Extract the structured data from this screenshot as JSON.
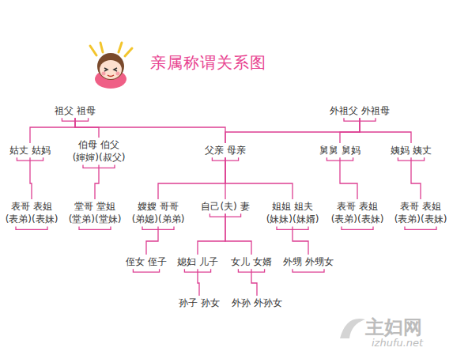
{
  "diagram": {
    "title": "亲属称谓关系图",
    "nodes": [
      {
        "text": [
          "祖父 祖母"
        ]
      },
      {
        "text": [
          "外祖父 外祖母"
        ]
      },
      {
        "text": [
          "姑丈 姑妈"
        ]
      },
      {
        "text": [
          "伯母 伯父 (婶婶)(叔父)"
        ]
      },
      {
        "text": [
          "父亲 母亲"
        ]
      },
      {
        "text": [
          "舅舅 舅妈"
        ]
      },
      {
        "text": [
          "姨妈 姨丈"
        ]
      },
      {
        "text": [
          "表哥 表姐 (表弟)(表妹)"
        ]
      },
      {
        "text": [
          "堂哥 堂姐 (堂弟)(堂妹)"
        ]
      },
      {
        "text": [
          "嫂嫂 哥哥 (弟媳)(弟弟)"
        ]
      },
      {
        "text": [
          "自己(夫) 妻"
        ]
      },
      {
        "text": [
          "姐姐 姐夫 (妹妹)(妹婿)"
        ]
      },
      {
        "text": [
          "表哥 表姐 (表弟)(表妹)"
        ]
      },
      {
        "text": [
          "表哥 表姐 (表弟)(表妹)"
        ]
      },
      {
        "text": [
          "侄女 侄子"
        ]
      },
      {
        "text": [
          "媳妇 儿子"
        ]
      },
      {
        "text": [
          "女儿 女婿"
        ]
      },
      {
        "text": [
          "外甥 外甥女"
        ]
      },
      {
        "text": [
          "孙子 孙女"
        ]
      },
      {
        "text": [
          "外孙 外孙女"
        ]
      }
    ],
    "edges": [
      {
        "from": 0,
        "to": 2,
        "arrow": "none"
      },
      {
        "from": 0,
        "to": 3,
        "arrow": "none"
      },
      {
        "from": 0,
        "to": 4,
        "arrow": "none"
      },
      {
        "from": 1,
        "to": 4,
        "arrow": "none"
      },
      {
        "from": 1,
        "to": 5,
        "arrow": "none"
      },
      {
        "from": 1,
        "to": 6,
        "arrow": "none"
      },
      {
        "from": 2,
        "to": 7,
        "arrow": "none"
      },
      {
        "from": 3,
        "to": 8,
        "arrow": "none"
      },
      {
        "from": 4,
        "to": 9,
        "arrow": "none"
      },
      {
        "from": 4,
        "to": 10,
        "arrow": "none"
      },
      {
        "from": 4,
        "to": 11,
        "arrow": "none"
      },
      {
        "from": 5,
        "to": 12,
        "arrow": "none"
      },
      {
        "from": 6,
        "to": 13,
        "arrow": "none"
      },
      {
        "from": 9,
        "to": 14,
        "arrow": "none"
      },
      {
        "from": 10,
        "to": 15,
        "arrow": "none"
      },
      {
        "from": 10,
        "to": 16,
        "arrow": "none"
      },
      {
        "from": 11,
        "to": 17,
        "arrow": "none"
      },
      {
        "from": 15,
        "to": 18,
        "arrow": "none"
      },
      {
        "from": 16,
        "to": 19,
        "arrow": "none"
      }
    ],
    "labels": [
      "主妇网",
      "izhufu.net"
    ]
  }
}
